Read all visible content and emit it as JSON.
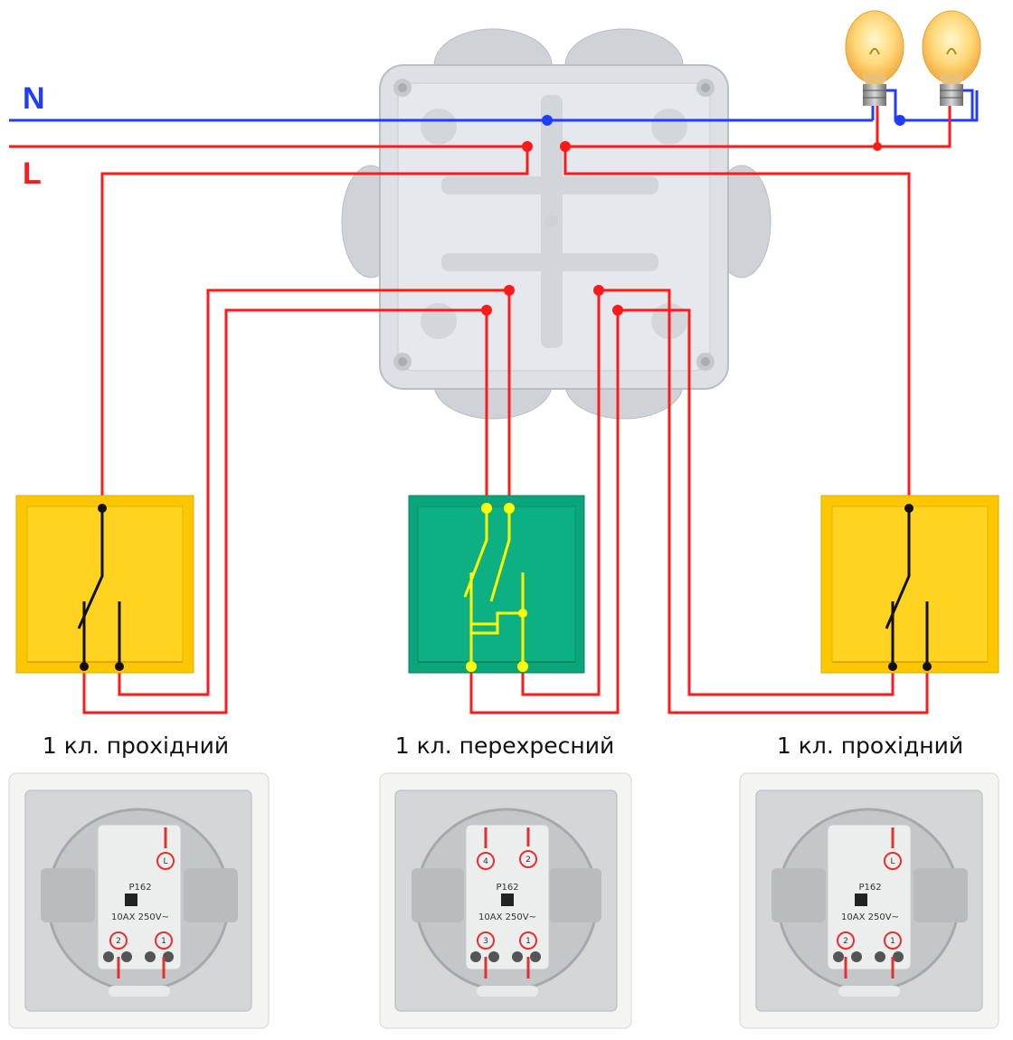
{
  "diagram": {
    "rails": {
      "neutral": "N",
      "line": "L"
    },
    "captions": [
      "1 кл. прохідний",
      "1 кл. перехресний",
      "1 кл. прохідний"
    ],
    "modules": [
      {
        "model": "P162",
        "rating": "10AX 250V~",
        "marks": [
          "L",
          "2",
          "1"
        ]
      },
      {
        "model": "P162",
        "rating": "10AX 250V~",
        "marks": [
          "4",
          "2",
          "3",
          "1"
        ]
      },
      {
        "model": "P162",
        "rating": "10AX 250V~",
        "marks": [
          "L",
          "2",
          "1"
        ]
      }
    ],
    "colors": {
      "neutral": "#1f3cff",
      "line": "#ff1a1a",
      "pass_switch": "#fdc700",
      "cross_switch": "#0aa57a",
      "cross_contacts": "#ffff00",
      "contacts": "#111111",
      "junction_box": "#d9dde2"
    },
    "icons": [
      "bulb-icon",
      "junction-box-icon",
      "pass-through-switch-icon",
      "cross-switch-icon",
      "switch-mechanism-icon"
    ]
  }
}
